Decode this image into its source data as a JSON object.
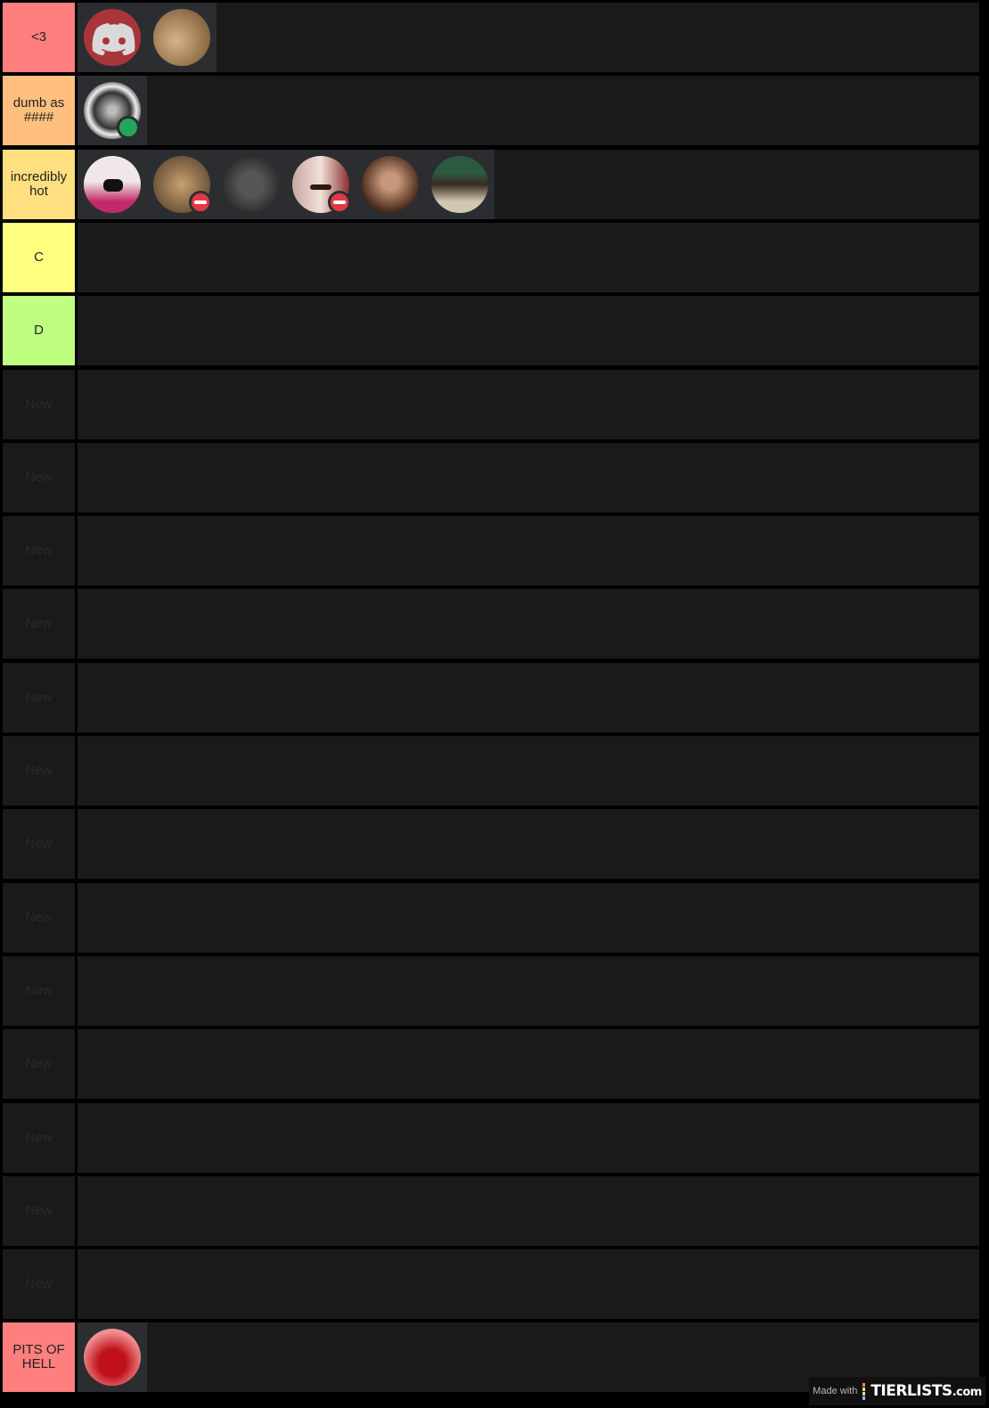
{
  "tiers": [
    {
      "label": "<3",
      "color": "#ff7f7f",
      "new": false,
      "items": [
        {
          "icon": "discord-logo-icon"
        },
        {
          "icon": "dog-avatar-icon"
        }
      ]
    },
    {
      "label": "dumb as ####",
      "color": "#ffbf7f",
      "new": false,
      "items": [
        {
          "icon": "lion-avatar-icon",
          "status": "online"
        }
      ]
    },
    {
      "label": "incredibly hot",
      "color": "#ffdf7f",
      "new": false,
      "items": [
        {
          "icon": "masked-person-avatar-icon"
        },
        {
          "icon": "cat-avatar-icon",
          "status": "dnd"
        },
        {
          "icon": "skull-avatar-icon"
        },
        {
          "icon": "mustache-man-avatar-icon",
          "status": "dnd"
        },
        {
          "icon": "woman-avatar-icon"
        },
        {
          "icon": "man-in-hat-avatar-icon"
        }
      ]
    },
    {
      "label": "C",
      "color": "#ffff7f",
      "new": false,
      "items": []
    },
    {
      "label": "D",
      "color": "#bfff7f",
      "new": false,
      "items": []
    },
    {
      "label": "New",
      "color": "#1a1a1a",
      "new": true,
      "items": []
    },
    {
      "label": "New",
      "color": "#1a1a1a",
      "new": true,
      "items": []
    },
    {
      "label": "New",
      "color": "#1a1a1a",
      "new": true,
      "items": []
    },
    {
      "label": "New",
      "color": "#1a1a1a",
      "new": true,
      "items": []
    },
    {
      "label": "New",
      "color": "#1a1a1a",
      "new": true,
      "items": []
    },
    {
      "label": "New",
      "color": "#1a1a1a",
      "new": true,
      "items": []
    },
    {
      "label": "New",
      "color": "#1a1a1a",
      "new": true,
      "items": []
    },
    {
      "label": "New",
      "color": "#1a1a1a",
      "new": true,
      "items": []
    },
    {
      "label": "New",
      "color": "#1a1a1a",
      "new": true,
      "items": []
    },
    {
      "label": "New",
      "color": "#1a1a1a",
      "new": true,
      "items": []
    },
    {
      "label": "New",
      "color": "#1a1a1a",
      "new": true,
      "items": []
    },
    {
      "label": "New",
      "color": "#1a1a1a",
      "new": true,
      "items": []
    },
    {
      "label": "New",
      "color": "#1a1a1a",
      "new": true,
      "items": []
    },
    {
      "label": "PITS OF HELL",
      "color": "#ff7f7f",
      "new": false,
      "items": [
        {
          "icon": "red-figure-avatar-icon"
        }
      ]
    }
  ],
  "watermark": {
    "made_with": "Made with",
    "brand": "TIERLISTS",
    "suffix": ".com"
  }
}
